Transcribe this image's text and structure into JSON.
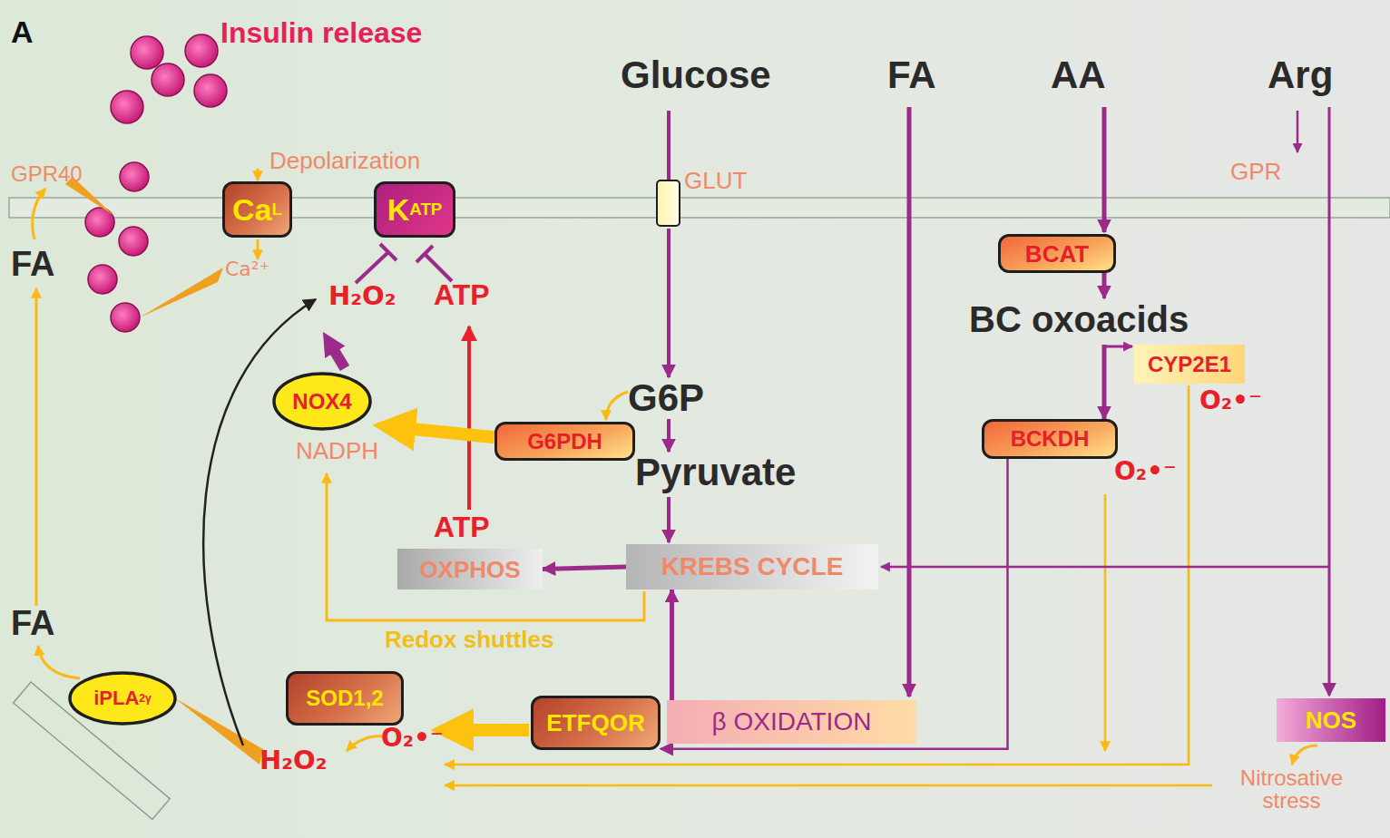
{
  "diagram": {
    "nodes": [
      {
        "text": [
          "Ca",
          "L"
        ]
      },
      {
        "text": [
          "K",
          "ATP"
        ]
      },
      {
        "text": [
          "GLUT"
        ]
      },
      {
        "text": [
          "BCAT"
        ]
      },
      {
        "text": [
          "CYP2E1"
        ]
      },
      {
        "text": [
          "NOX4"
        ]
      },
      {
        "text": [
          "G6PDH"
        ]
      },
      {
        "text": [
          "BCKDH"
        ]
      },
      {
        "text": [
          "OXPHOS"
        ]
      },
      {
        "text": [
          "KREBS CYCLE"
        ]
      },
      {
        "text": [
          "SOD1,2"
        ]
      },
      {
        "text": [
          "iPLA",
          "2γ"
        ]
      },
      {
        "text": [
          "ETFQOR"
        ]
      },
      {
        "text": [
          "β OXIDATION"
        ]
      },
      {
        "text": [
          "NOS"
        ]
      }
    ],
    "edges": [
      {
        "from": 6,
        "to": 5,
        "arrow": "to"
      },
      {
        "from": 3,
        "to": 7,
        "arrow": "to"
      },
      {
        "from": 7,
        "to": 12,
        "arrow": "to"
      },
      {
        "from": 13,
        "to": 9,
        "arrow": "to"
      },
      {
        "from": 9,
        "to": 8,
        "arrow": "to"
      }
    ],
    "labels": [
      "A",
      "Insulin release",
      "GPR40",
      "Depolarization",
      "FA",
      "Ca²⁺",
      "H₂O₂",
      "ATP",
      "Glucose",
      "FA",
      "AA",
      "Arg",
      "GPR",
      "BC oxoacids",
      "G6P",
      "O₂•⁻",
      "NADPH",
      "Pyruvate",
      "O₂•⁻",
      "ATP",
      "FA",
      "Redox shuttles",
      "H₂O₂",
      "O₂•⁻",
      "Nitrosative stress"
    ]
  }
}
